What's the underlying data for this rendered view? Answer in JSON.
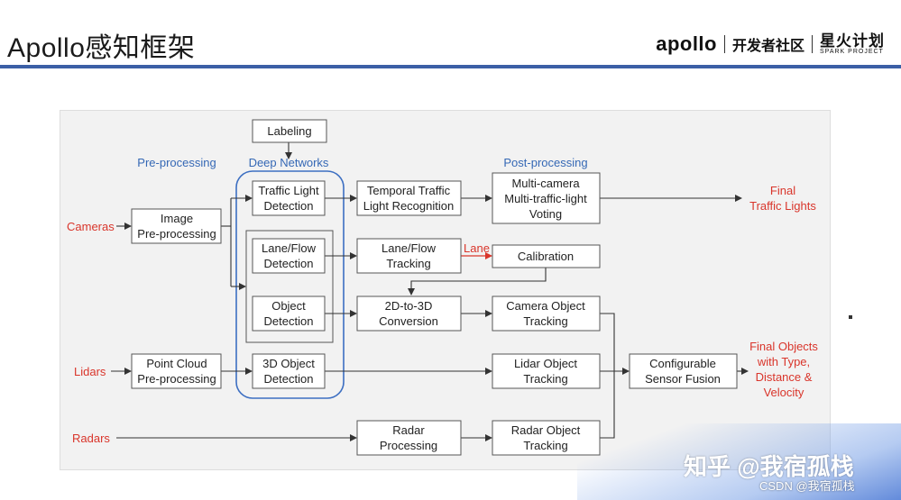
{
  "slide": {
    "title": "Apollo感知框架",
    "logo_apollo": "apollo",
    "logo_community": "开发者社区",
    "logo_spark_cn": "星火计划",
    "logo_spark_en": "SPARK PROJECT"
  },
  "diagram": {
    "stage_labels": {
      "pre_processing": "Pre-processing",
      "deep_networks": "Deep Networks",
      "post_processing": "Post-processing"
    },
    "inputs": {
      "cameras": "Cameras",
      "lidars": "Lidars",
      "radars": "Radars"
    },
    "nodes": {
      "labeling": [
        "Labeling"
      ],
      "image_pre": [
        "Image",
        "Pre-processing"
      ],
      "point_cloud_pre": [
        "Point Cloud",
        "Pre-processing"
      ],
      "traffic_light_det": [
        "Traffic Light",
        "Detection"
      ],
      "lane_flow_det": [
        "Lane/Flow",
        "Detection"
      ],
      "object_det": [
        "Object",
        "Detection"
      ],
      "obj3d_det": [
        "3D Object",
        "Detection"
      ],
      "temporal_tl": [
        "Temporal Traffic",
        "Light Recognition"
      ],
      "lane_flow_track": [
        "Lane/Flow",
        "Tracking"
      ],
      "conv_2d3d": [
        "2D-to-3D",
        "Conversion"
      ],
      "radar_proc": [
        "Radar",
        "Processing"
      ],
      "multi_cam_vote": [
        "Multi-camera",
        "Multi-traffic-light",
        "Voting"
      ],
      "calibration": [
        "Calibration"
      ],
      "camera_obj_track": [
        "Camera Object",
        "Tracking"
      ],
      "lidar_obj_track": [
        "Lidar Object",
        "Tracking"
      ],
      "radar_obj_track": [
        "Radar Object",
        "Tracking"
      ],
      "sensor_fusion": [
        "Configurable",
        "Sensor Fusion"
      ]
    },
    "edge_labels": {
      "lane": "Lane"
    },
    "outputs": {
      "final_traffic_lights": [
        "Final",
        "Traffic Lights"
      ],
      "final_objects": [
        "Final Objects",
        "with Type,",
        "Distance &",
        "Velocity"
      ]
    }
  },
  "watermark": {
    "zhihu": "知乎 @我宿孤栈",
    "csdn": "CSDN @我宿孤栈"
  }
}
